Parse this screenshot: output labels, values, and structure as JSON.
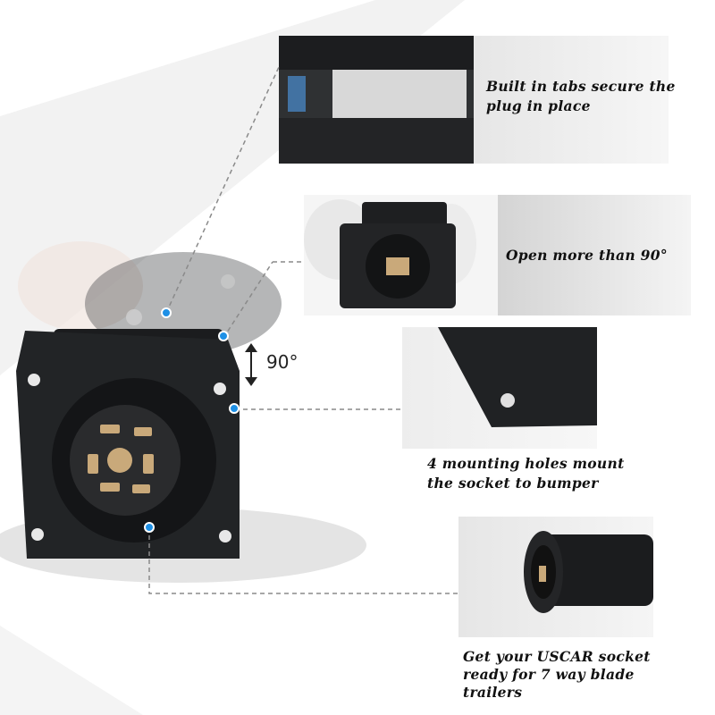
{
  "features": [
    {
      "caption_lines": [
        "Built in tabs secure the",
        "plug in place"
      ]
    },
    {
      "caption_lines": [
        "Open more than 90°"
      ]
    },
    {
      "caption_lines": [
        "4 mounting holes mount",
        "the socket to bumper"
      ]
    },
    {
      "caption_lines": [
        "Get your USCAR socket",
        "ready for 7 way blade",
        "trailers"
      ]
    }
  ],
  "angle_label": "90°",
  "colors": {
    "accent_dot": "#1e90e6",
    "socket_body": "#202224",
    "pins": "#c9a97a"
  }
}
